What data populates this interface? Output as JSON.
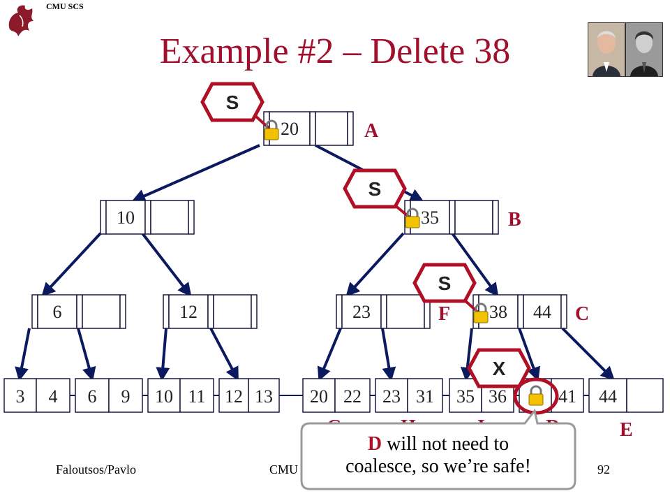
{
  "header": {
    "org_label": "CMU SCS"
  },
  "title": "Example #2 – Delete 38",
  "footer": {
    "left": "Faloutsos/Pavlo",
    "center": "CMU",
    "page": "92"
  },
  "nodes": {
    "root": {
      "keys": [
        "20",
        ""
      ],
      "label": "A"
    },
    "mid_left": {
      "keys": [
        "10",
        ""
      ]
    },
    "mid_right": {
      "keys": [
        "35",
        ""
      ],
      "label": "B"
    },
    "n6": {
      "keys": [
        "6",
        ""
      ]
    },
    "n12": {
      "keys": [
        "12",
        ""
      ]
    },
    "n23": {
      "keys": [
        "23",
        ""
      ],
      "label": "F"
    },
    "n38": {
      "keys": [
        "38",
        "44"
      ],
      "label": "C"
    }
  },
  "leaves": [
    [
      "3",
      "4"
    ],
    [
      "6",
      "9"
    ],
    [
      "10",
      "11"
    ],
    [
      "12",
      "13"
    ],
    [
      "20",
      "22"
    ],
    [
      "23",
      "31"
    ],
    [
      "35",
      "36"
    ],
    [
      "",
      "41"
    ],
    [
      "44",
      ""
    ]
  ],
  "leaf_labels": {
    "G": "G",
    "H": "H",
    "I": "I",
    "D": "D",
    "E": "E"
  },
  "locks": [
    {
      "mode": "S"
    },
    {
      "mode": "S"
    },
    {
      "mode": "S"
    },
    {
      "mode": "X"
    }
  ],
  "callout": {
    "highlight": "D",
    "rest_line1": " will not need to",
    "line2": "coalesce, so we’re safe!"
  },
  "colors": {
    "title": "#a0102c",
    "lock_border": "#b01026",
    "arrow": "#0b1a5e"
  },
  "icons": [
    "dragon-logo-icon",
    "padlock-icon",
    "portrait-image"
  ]
}
